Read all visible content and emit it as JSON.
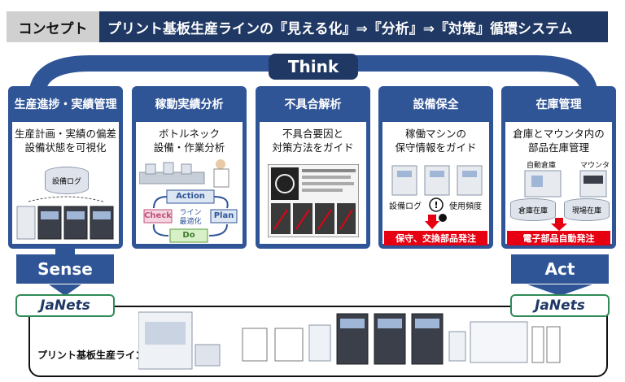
{
  "header": {
    "concept_label": "コンセプト",
    "title": "プリント基板生産ラインの『見える化』⇒『分析』⇒『対策』循環システム"
  },
  "think": {
    "label": "Think"
  },
  "panels": [
    {
      "title": "生産進捗・実績管理",
      "desc1": "生産計画・実績の偏差",
      "desc2": "設備状態を可視化",
      "log_label": "設備ログ"
    },
    {
      "title": "稼動実績分析",
      "desc1": "ボトルネック",
      "desc2": "設備・作業分析",
      "cycle": {
        "action": "Action",
        "plan": "Plan",
        "check": "Check",
        "do": "Do",
        "center1": "ライン",
        "center2": "最適化"
      }
    },
    {
      "title": "不具合解析",
      "desc1": "不具合要因と",
      "desc2": "対策方法をガイド"
    },
    {
      "title": "設備保全",
      "desc1": "稼働マシンの",
      "desc2": "保守情報をガイド",
      "log_label": "設備ログ",
      "freq_label": "使用頻度",
      "banner": "保守、交換部品発注"
    },
    {
      "title": "在庫管理",
      "desc1": "倉庫とマウンタ内の",
      "desc2": "部品在庫管理",
      "auto_wh": "自動倉庫",
      "mounter": "マウンタ",
      "wh_stock": "倉庫在庫",
      "site_stock": "現場在庫",
      "banner": "電子部品自動発注"
    }
  ],
  "sense": {
    "label": "Sense"
  },
  "act": {
    "label": "Act"
  },
  "janets_left": {
    "label": "JaNets"
  },
  "janets_right": {
    "label": "JaNets"
  },
  "line": {
    "label": "プリント基板生産ライン"
  },
  "colors": {
    "navy": "#1f3864",
    "panel_blue": "#2f5597",
    "red": "#e60012",
    "green_border": "#2e8b57"
  }
}
